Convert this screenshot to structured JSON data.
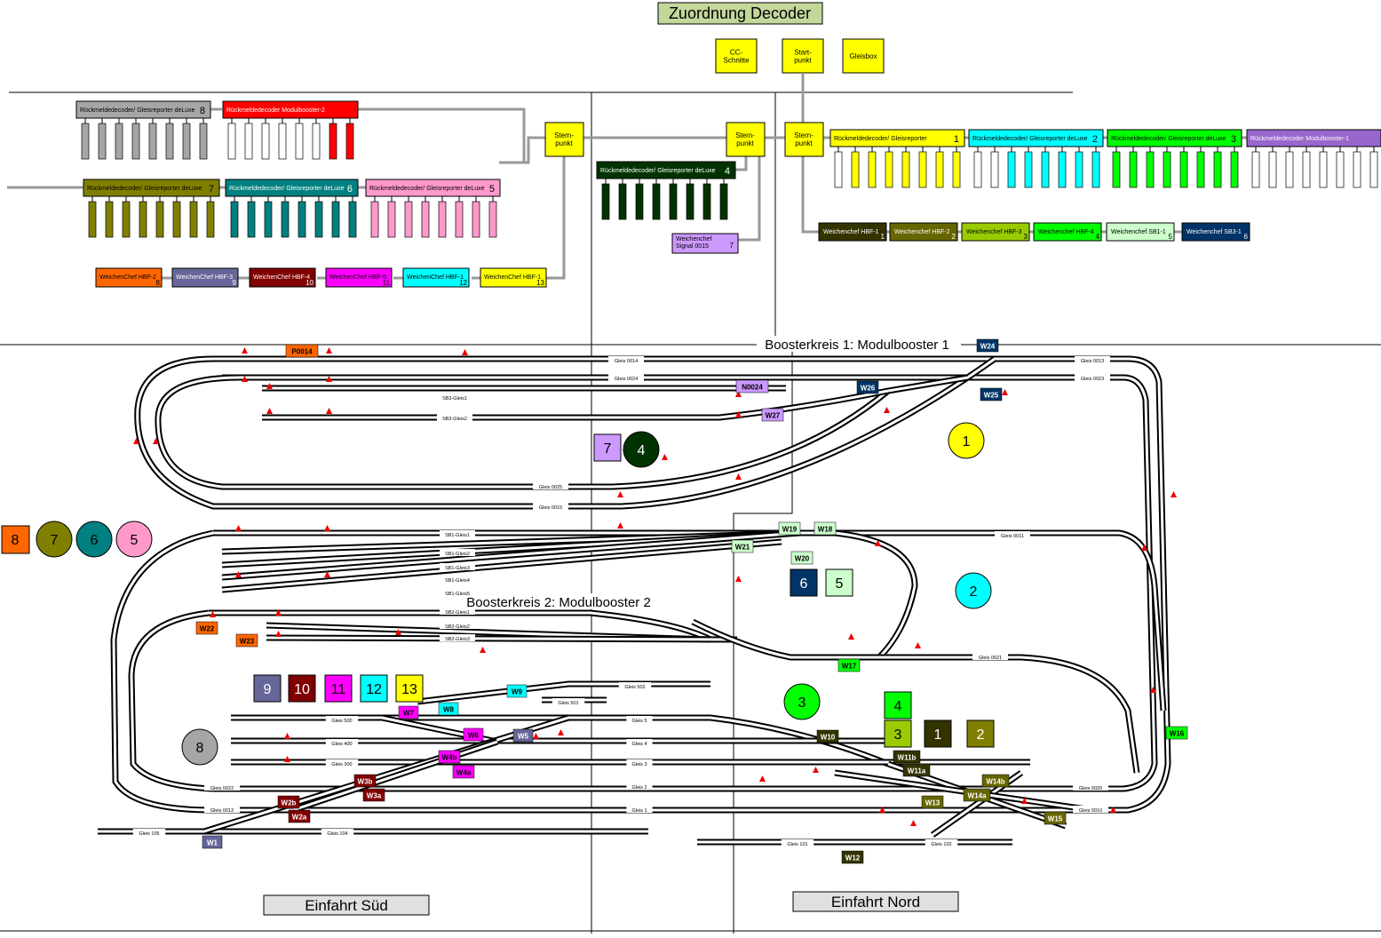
{
  "title": "Zuordnung Decoder",
  "top_boxes": [
    {
      "label": "CC-\nSchnitte"
    },
    {
      "label": "Start-\npunkt"
    },
    {
      "label": "Gleisbox"
    }
  ],
  "stern": [
    "Stern-\npunkt",
    "Stern-\npunkt",
    "Stern-\npunkt"
  ],
  "modules": [
    {
      "label": "Rückmeldedecoder/ Gleisreporter deLuxe",
      "num": "8",
      "color": "#a6a6a6",
      "text": "#000"
    },
    {
      "label": "Rückmeldedecoder Modulbooster-2",
      "num": "",
      "color": "#ff0000",
      "text": "#fff"
    },
    {
      "label": "Rückmeldedecoder/ Gleisreporter deLuxe",
      "num": "7",
      "color": "#808000",
      "text": "#000"
    },
    {
      "label": "Rückmeldedecoder/ Gleisreporter deLuxe",
      "num": "6",
      "color": "#008080",
      "text": "#fff"
    },
    {
      "label": "Rückmeldedecoder/ Gleisreporter deLuxe",
      "num": "5",
      "color": "#ff99cc",
      "text": "#000"
    },
    {
      "label": "Rückmeldedecoder/ Gleisreporter deLuxe",
      "num": "4",
      "color": "#003300",
      "text": "#fff"
    },
    {
      "label": "Rückmeldedecoder/ Gleisreporter",
      "num": "1",
      "color": "#ffff00",
      "text": "#000"
    },
    {
      "label": "Rückmeldedecoder/ Gleisreporter deLuxe",
      "num": "2",
      "color": "#00ffff",
      "text": "#000"
    },
    {
      "label": "Rückmeldedecoder/ Gleisreporter deLuxe",
      "num": "3",
      "color": "#00ff00",
      "text": "#000"
    },
    {
      "label": "Rückmeldedecoder Modulbooster-1",
      "num": "",
      "color": "#9966cc",
      "text": "#fff"
    }
  ],
  "weichenchef_bottom": [
    {
      "label": "WeichenChef HBF-2",
      "num": "8",
      "color": "#ff6600"
    },
    {
      "label": "WeichenChef HBF-3",
      "num": "9",
      "color": "#666699"
    },
    {
      "label": "WeichenChef HBF-4",
      "num": "10",
      "color": "#800000"
    },
    {
      "label": "WeichenChef HBF-5",
      "num": "11",
      "color": "#ff00ff"
    },
    {
      "label": "WeichenChef HBF-1",
      "num": "12",
      "color": "#00ffff"
    },
    {
      "label": "WeichenChef HBF-1",
      "num": "13",
      "color": "#ffff00"
    }
  ],
  "weichenchef_right": [
    {
      "label": "Weichenchef HBF-1",
      "num": "1",
      "color": "#333300"
    },
    {
      "label": "Weichenchef HBF-2",
      "num": "2",
      "color": "#666600"
    },
    {
      "label": "Weichenchef HBF-3",
      "num": "3",
      "color": "#99cc00"
    },
    {
      "label": "Weichenchef HBF-4",
      "num": "4",
      "color": "#00ff00"
    },
    {
      "label": "Weichenchef SB1-1",
      "num": "5",
      "color": "#ccffcc"
    },
    {
      "label": "Weichenchef SB3-1",
      "num": "6",
      "color": "#003366"
    }
  ],
  "signal_box": {
    "label": "Weichenchef\nSignal 0015",
    "num": "7"
  },
  "booster1": "Boosterkreis 1: Modulbooster 1",
  "booster2": "Boosterkreis 2: Modulbooster 2",
  "einfahrt_sued": "Einfahrt Süd",
  "einfahrt_nord": "Einfahrt Nord",
  "legend_left": [
    {
      "label": "8",
      "shape": "square",
      "color": "#ff6600"
    },
    {
      "label": "7",
      "shape": "circle",
      "color": "#808000"
    },
    {
      "label": "6",
      "shape": "circle",
      "color": "#008080"
    },
    {
      "label": "5",
      "shape": "circle",
      "color": "#ff99cc"
    }
  ],
  "markers": [
    {
      "label": "7",
      "shape": "square",
      "color": "#cc99ff"
    },
    {
      "label": "4",
      "shape": "circle",
      "color": "#003300"
    },
    {
      "label": "1",
      "shape": "circle",
      "color": "#ffff00"
    },
    {
      "label": "6",
      "shape": "square",
      "color": "#003366"
    },
    {
      "label": "5",
      "shape": "square",
      "color": "#ccffcc"
    },
    {
      "label": "2",
      "shape": "circle",
      "color": "#00ffff"
    },
    {
      "label": "9",
      "shape": "square",
      "color": "#666699"
    },
    {
      "label": "10",
      "shape": "square",
      "color": "#800000"
    },
    {
      "label": "11",
      "shape": "square",
      "color": "#ff00ff"
    },
    {
      "label": "12",
      "shape": "square",
      "color": "#00ffff"
    },
    {
      "label": "13",
      "shape": "square",
      "color": "#ffff00"
    },
    {
      "label": "3",
      "shape": "circle",
      "color": "#00ff00"
    },
    {
      "label": "4",
      "shape": "square",
      "color": "#00ff00"
    },
    {
      "label": "3",
      "shape": "square",
      "color": "#99cc00"
    },
    {
      "label": "1",
      "shape": "square",
      "color": "#333300"
    },
    {
      "label": "2",
      "shape": "square",
      "color": "#808000"
    },
    {
      "label": "8",
      "shape": "circle",
      "color": "#a6a6a6"
    }
  ],
  "weichen": [
    {
      "label": "W24",
      "color": "#003366"
    },
    {
      "label": "W25",
      "color": "#003366"
    },
    {
      "label": "W26",
      "color": "#003366"
    },
    {
      "label": "W27",
      "color": "#cc99ff"
    },
    {
      "label": "N0024",
      "color": "#cc99ff"
    },
    {
      "label": "P0014",
      "color": "#ff6600"
    },
    {
      "label": "W19",
      "color": "#ccffcc"
    },
    {
      "label": "W18",
      "color": "#ccffcc"
    },
    {
      "label": "W21",
      "color": "#ccffcc"
    },
    {
      "label": "W20",
      "color": "#ccffcc"
    },
    {
      "label": "W17",
      "color": "#00ff00"
    },
    {
      "label": "W22",
      "color": "#ff6600"
    },
    {
      "label": "W23",
      "color": "#ff6600"
    },
    {
      "label": "W7",
      "color": "#ff00ff"
    },
    {
      "label": "W8",
      "color": "#00ffff"
    },
    {
      "label": "W9",
      "color": "#00ffff"
    },
    {
      "label": "W6",
      "color": "#ff00ff"
    },
    {
      "label": "W5",
      "color": "#666699"
    },
    {
      "label": "W4b",
      "color": "#ff00ff"
    },
    {
      "label": "W4a",
      "color": "#ff00ff"
    },
    {
      "label": "W3b",
      "color": "#800000"
    },
    {
      "label": "W3a",
      "color": "#800000"
    },
    {
      "label": "W2b",
      "color": "#800000"
    },
    {
      "label": "W2a",
      "color": "#800000"
    },
    {
      "label": "W1",
      "color": "#666699"
    },
    {
      "label": "W10",
      "color": "#333300"
    },
    {
      "label": "W11b",
      "color": "#333300"
    },
    {
      "label": "W11a",
      "color": "#333300"
    },
    {
      "label": "W14b",
      "color": "#666600"
    },
    {
      "label": "W14a",
      "color": "#666600"
    },
    {
      "label": "W13",
      "color": "#666600"
    },
    {
      "label": "W15",
      "color": "#666600"
    },
    {
      "label": "W12",
      "color": "#333300"
    },
    {
      "label": "W16",
      "color": "#00ff00"
    }
  ],
  "gleise": [
    "Gleis 0014",
    "Gleis 0024",
    "SB3-Gleis1",
    "SB3-Gleis2",
    "Gleis 0025",
    "Gleis 0015",
    "Gleis 0013",
    "Gleis 0023",
    "SB1-Gleis1",
    "SB1-Gleis2",
    "SB1-Gleis3",
    "SB1-Gleis4",
    "SB1-Gleis5",
    "SB2-Gleis1",
    "SB2-Gleis2",
    "SB2-Gleis3",
    "Gleis 0011",
    "Gleis 0021",
    "Gleis 502",
    "Gleis 501",
    "Gleis 500",
    "Gleis 5",
    "Gleis 400",
    "Gleis 4",
    "Gleis 300",
    "Gleis 3",
    "Gleis 2",
    "Gleis 1",
    "Gleis 105",
    "Gleis 104",
    "Gleis 101",
    "Gleis 102",
    "Gleis 0022",
    "Gleis 0012",
    "Gleis 0020",
    "Gleis 0010"
  ]
}
